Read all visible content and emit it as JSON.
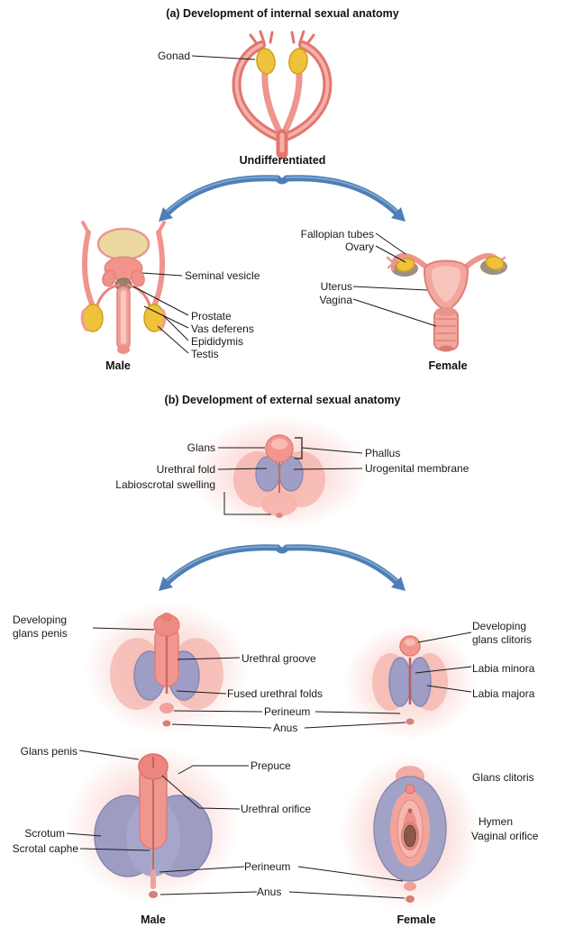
{
  "colors": {
    "background": "#ffffff",
    "arrow_blue": "#4d7fb5",
    "duct_pink": "#ef958e",
    "gonad_yellow": "#eec23a",
    "swelling_purple": "#9d9dc6",
    "leader_line": "#1a1a1a"
  },
  "section_a": {
    "title": "(a) Development of internal sexual anatomy",
    "undifferentiated": {
      "gonad": "Gonad",
      "caption": "Undifferentiated"
    },
    "male": {
      "seminal_vesicle": "Seminal vesicle",
      "prostate": "Prostate",
      "vas_deferens": "Vas deferens",
      "epididymis": "Epididymis",
      "testis": "Testis",
      "caption": "Male"
    },
    "female": {
      "fallopian_tubes": "Fallopian tubes",
      "ovary": "Ovary",
      "uterus": "Uterus",
      "vagina": "Vagina",
      "caption": "Female"
    }
  },
  "section_b": {
    "title": "(b) Development of external sexual anatomy",
    "undifferentiated": {
      "glans": "Glans",
      "phallus": "Phallus",
      "urethral_fold": "Urethral fold",
      "urogenital_membrane": "Urogenital membrane",
      "labioscrotal_swelling": "Labioscrotal swelling"
    },
    "developing": {
      "developing_glans_penis": "Developing glans penis",
      "urethral_groove": "Urethral groove",
      "fused_urethral_folds": "Fused urethral folds",
      "perineum": "Perineum",
      "anus": "Anus",
      "developing_glans_clitoris": "Developing glans clitoris",
      "labia_minora": "Labia minora",
      "labia_majora": "Labia majora"
    },
    "mature": {
      "glans_penis": "Glans penis",
      "prepuce": "Prepuce",
      "urethral_orifice": "Urethral orifice",
      "scrotum": "Scrotum",
      "scrotal_raphe": "Scrotal caphe",
      "perineum": "Perineum",
      "anus": "Anus",
      "glans_clitoris": "Glans clitoris",
      "hymen": "Hymen",
      "vaginal_orifice": "Vaginal orifice",
      "male_caption": "Male",
      "female_caption": "Female"
    }
  }
}
